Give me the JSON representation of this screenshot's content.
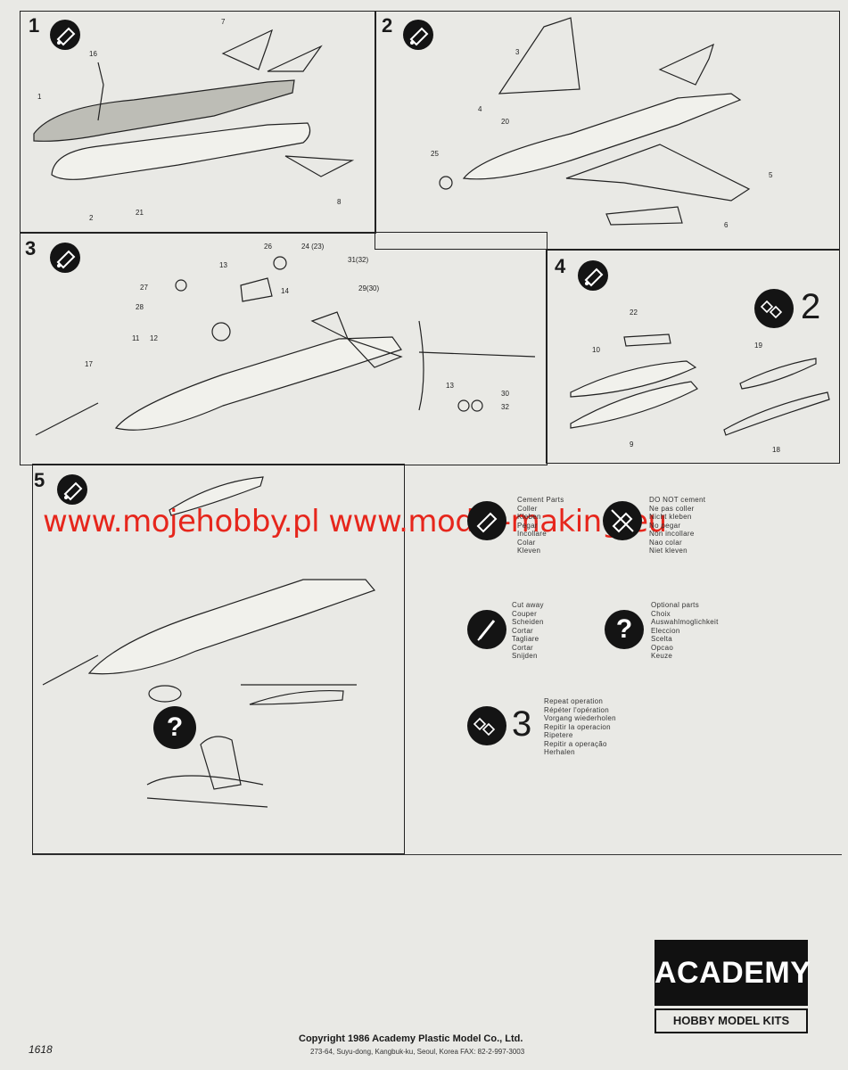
{
  "steps": {
    "s1": "1",
    "s2": "2",
    "s3": "3",
    "s4": "4",
    "s5": "5",
    "repeat_2": "2"
  },
  "parts": {
    "p16": "16",
    "p7": "7",
    "p1": "1",
    "p2": "2",
    "p21": "21",
    "p8": "8",
    "p3": "3",
    "p4": "4",
    "p20": "20",
    "p25": "25",
    "p5": "5",
    "p6": "6",
    "p26": "26",
    "p24": "24 (23)",
    "p31": "31(32)",
    "p13": "13",
    "p14": "14",
    "p27": "27",
    "p29": "29(30)",
    "p28": "28",
    "p11": "11",
    "p12": "12",
    "p17": "17",
    "p13b": "13",
    "p30": "30",
    "p32": "32",
    "p22": "22",
    "p10": "10",
    "p9": "9",
    "p19": "19",
    "p18": "18"
  },
  "watermark": "www.mojehobby.pl www.model-making.eu",
  "legend": {
    "cement": [
      "Cement Parts",
      "Coller",
      "Kleben",
      "Pegar",
      "Incollare",
      "Colar",
      "Kleven"
    ],
    "no_cement": [
      "DO NOT cement",
      "Ne pas coller",
      "Nicht kleben",
      "No pegar",
      "Non incollare",
      "Nao colar",
      "Niet kleven"
    ],
    "cut": [
      "Cut away",
      "Couper",
      "Scheiden",
      "Cortar",
      "Tagliare",
      "Cortar",
      "Snijden"
    ],
    "optional": [
      "Optional parts",
      "Choix",
      "Auswahlmoglichkeit",
      "Eleccion",
      "Scelta",
      "Opcao",
      "Keuze"
    ],
    "repeat": [
      "Repeat operation",
      "Répéter l'opération",
      "Vorgang wiederholen",
      "Repitir la operacion",
      "Ripetere",
      "Repitir a operação",
      "Herhalen"
    ],
    "repeat_num": "3",
    "optional_symbol": "?"
  },
  "brand": {
    "logo_top": "ACADEMY",
    "logo_bottom": "HOBBY MODEL KITS"
  },
  "footer": {
    "code": "1618",
    "copyright": "Copyright 1986 Academy Plastic Model Co., Ltd.",
    "address": "273-64, Suyu-dong, Kangbuk-ku, Seoul, Korea   FAX: 82-2-997-3003"
  },
  "colors": {
    "paper": "#e9e9e5",
    "ink": "#141414",
    "watermark": "#e6261c"
  }
}
